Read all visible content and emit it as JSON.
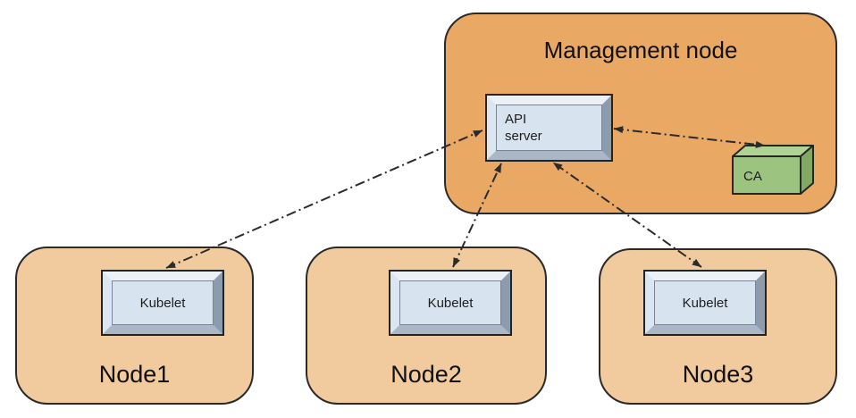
{
  "diagram": {
    "management_node": {
      "title": "Management node",
      "api_server_label": "API server",
      "ca_label": "CA"
    },
    "nodes": [
      {
        "label": "Node1",
        "component": "Kubelet"
      },
      {
        "label": "Node2",
        "component": "Kubelet"
      },
      {
        "label": "Node3",
        "component": "Kubelet"
      }
    ],
    "connections": [
      {
        "from": "API server",
        "to": "Kubelet (Node1)",
        "style": "dash-dot",
        "bidirectional": true
      },
      {
        "from": "API server",
        "to": "Kubelet (Node2)",
        "style": "dash-dot",
        "bidirectional": true
      },
      {
        "from": "API server",
        "to": "Kubelet (Node3)",
        "style": "dash-dot",
        "bidirectional": true
      },
      {
        "from": "API server",
        "to": "CA",
        "style": "dash-dot",
        "bidirectional": true
      }
    ],
    "colors": {
      "management_fill": "#E9A863",
      "node_fill": "#F1CA9D",
      "box_face": "#D8E3F0",
      "ca_front": "#9CC480",
      "ca_top": "#AFD392",
      "ca_side": "#82A964",
      "arrow": "#2B2B2B",
      "border": "#2A2A2A"
    }
  }
}
